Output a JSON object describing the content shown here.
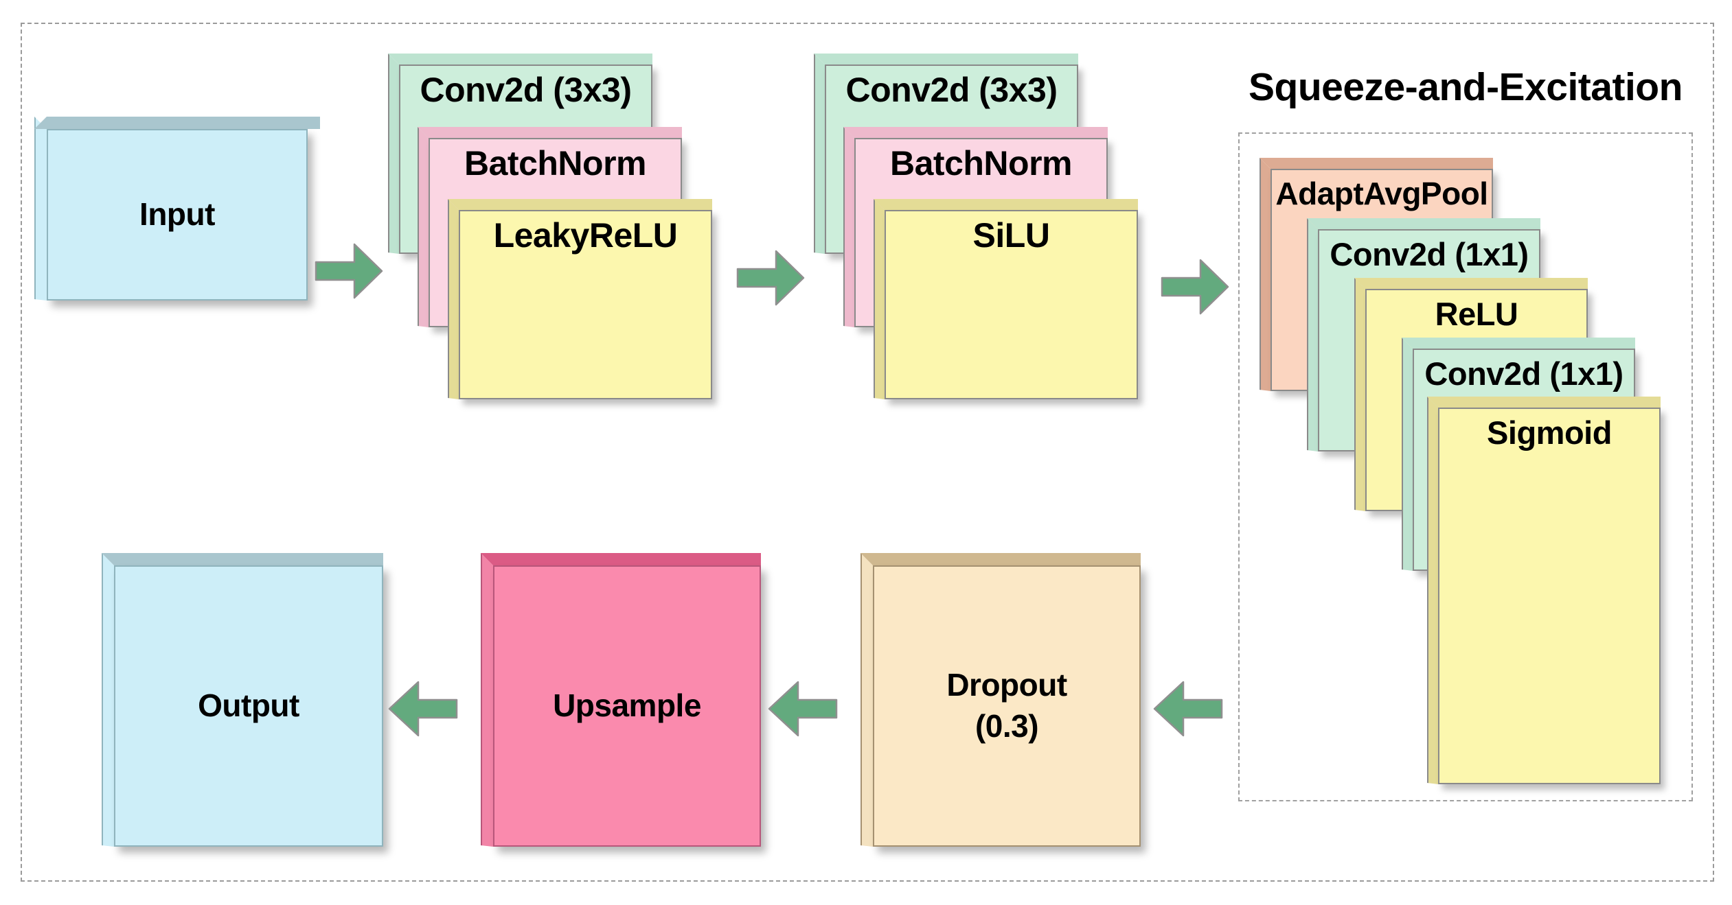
{
  "diagram": {
    "title_group": "Squeeze-and-Excitation",
    "colors": {
      "input_output_face": "#cdeef8",
      "input_output_edge": "#a9c6ce",
      "conv_face": "#c9efd9",
      "conv_edge": "#a7cbb7",
      "batchnorm_face": "#fbd3e1",
      "batchnorm_edge": "#d8a8bb",
      "activation_face": "#fbf6ae",
      "activation_edge": "#d4cf8c",
      "adaptavgpool_face": "#fbd5c0",
      "adaptavgpool_edge": "#d2a894",
      "upsample_face": "#fa8aad",
      "upsample_edge": "#d4567f",
      "dropout_face": "#fbe8c6",
      "dropout_edge": "#cdbb99",
      "arrow_fill": "#63aa7e",
      "arrow_stroke": "#8f8f8f",
      "frame_dash": "#9a9a9a",
      "block_stroke": "#8a8a8a",
      "text": "#000000"
    },
    "top_row": {
      "input": {
        "label": "Input"
      },
      "block1": {
        "layers": [
          {
            "label": "Conv2d (3x3)",
            "type": "conv"
          },
          {
            "label": "BatchNorm",
            "type": "batchnorm"
          },
          {
            "label": "LeakyReLU",
            "type": "activation"
          }
        ]
      },
      "block2": {
        "layers": [
          {
            "label": "Conv2d (3x3)",
            "type": "conv"
          },
          {
            "label": "BatchNorm",
            "type": "batchnorm"
          },
          {
            "label": "SiLU",
            "type": "activation"
          }
        ]
      },
      "se_block": {
        "title": "Squeeze-and-Excitation",
        "layers": [
          {
            "label": "AdaptAvgPool",
            "type": "adaptavgpool"
          },
          {
            "label": "Conv2d (1x1)",
            "type": "conv"
          },
          {
            "label": "ReLU",
            "type": "activation"
          },
          {
            "label": "Conv2d (1x1)",
            "type": "conv"
          },
          {
            "label": "Sigmoid",
            "type": "activation"
          }
        ]
      }
    },
    "bottom_row": {
      "output": {
        "label": "Output"
      },
      "upsample": {
        "label": "Upsample"
      },
      "dropout": {
        "label": "Dropout\n(0.3)"
      }
    },
    "arrows": [
      {
        "name": "arrow-input-to-block1",
        "direction": "right"
      },
      {
        "name": "arrow-block1-to-block2",
        "direction": "right"
      },
      {
        "name": "arrow-block2-to-se",
        "direction": "right"
      },
      {
        "name": "arrow-se-to-dropout",
        "direction": "left"
      },
      {
        "name": "arrow-dropout-to-upsample",
        "direction": "left"
      },
      {
        "name": "arrow-upsample-to-output",
        "direction": "left"
      }
    ]
  }
}
